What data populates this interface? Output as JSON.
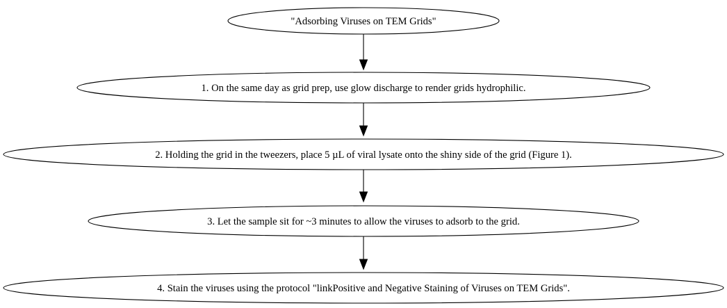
{
  "diagram": {
    "nodes": [
      {
        "id": "title",
        "label": "\"Adsorbing Viruses on TEM Grids\""
      },
      {
        "id": "step1",
        "label": "1. On the same day as grid prep, use glow discharge to render grids hydrophilic."
      },
      {
        "id": "step2",
        "label": "2. Holding the grid in the tweezers, place 5 µL of viral lysate onto the shiny side of the grid (Figure 1)."
      },
      {
        "id": "step3",
        "label": "3. Let the sample sit for ~3 minutes to allow the viruses to adsorb to the grid."
      },
      {
        "id": "step4",
        "label": "4. Stain the viruses using the protocol \"linkPositive and Negative Staining of Viruses on TEM Grids\"."
      }
    ],
    "edges": [
      {
        "from": "title",
        "to": "step1"
      },
      {
        "from": "step1",
        "to": "step2"
      },
      {
        "from": "step2",
        "to": "step3"
      },
      {
        "from": "step3",
        "to": "step4"
      }
    ]
  }
}
